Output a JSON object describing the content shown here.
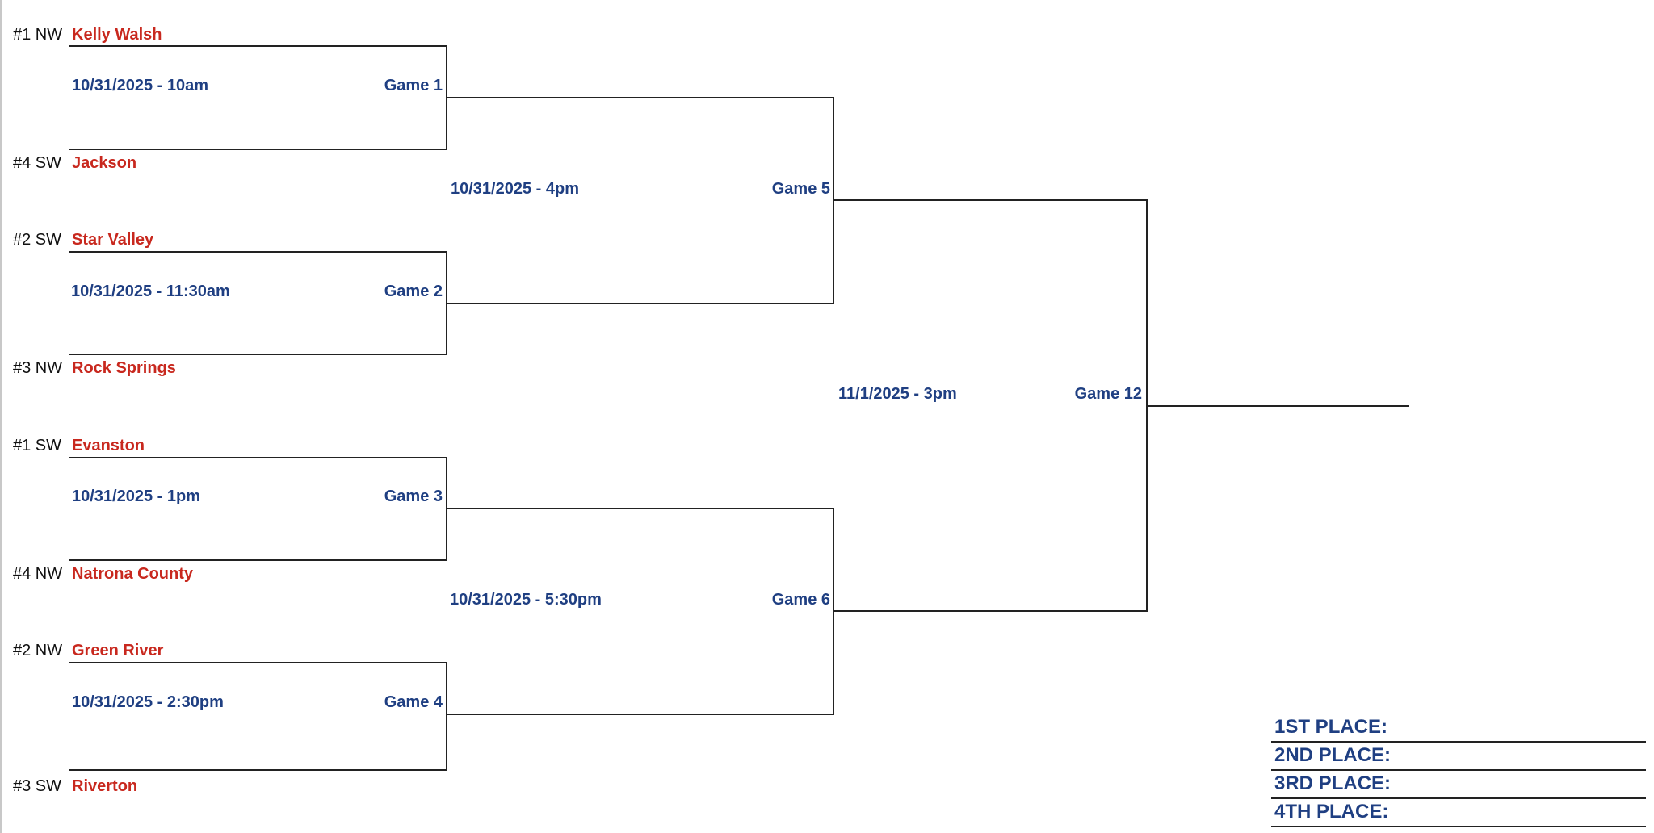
{
  "colors": {
    "team": "#c8281e",
    "info": "#1f3f82",
    "seed": "#111111",
    "line": "#222222"
  },
  "teams": [
    {
      "seed": "#1 NW",
      "name": "Kelly Walsh"
    },
    {
      "seed": "#4 SW",
      "name": "Jackson"
    },
    {
      "seed": "#2 SW",
      "name": "Star Valley"
    },
    {
      "seed": "#3 NW",
      "name": "Rock Springs"
    },
    {
      "seed": "#1 SW",
      "name": "Evanston"
    },
    {
      "seed": "#4 NW",
      "name": "Natrona County"
    },
    {
      "seed": "#2 NW",
      "name": "Green River"
    },
    {
      "seed": "#3 SW",
      "name": "Riverton"
    }
  ],
  "games": [
    {
      "label": "Game 1",
      "time": "10/31/2025 - 10am"
    },
    {
      "label": "Game 2",
      "time": "10/31/2025 - 11:30am"
    },
    {
      "label": "Game 3",
      "time": "10/31/2025 - 1pm"
    },
    {
      "label": "Game 4",
      "time": "10/31/2025 - 2:30pm"
    },
    {
      "label": "Game 5",
      "time": "10/31/2025 - 4pm"
    },
    {
      "label": "Game 6",
      "time": "10/31/2025 - 5:30pm"
    },
    {
      "label": "Game 12",
      "time": "11/1/2025 - 3pm"
    }
  ],
  "places": [
    {
      "label": "1ST PLACE:"
    },
    {
      "label": "2ND PLACE:"
    },
    {
      "label": "3RD PLACE:"
    },
    {
      "label": "4TH PLACE:"
    }
  ]
}
